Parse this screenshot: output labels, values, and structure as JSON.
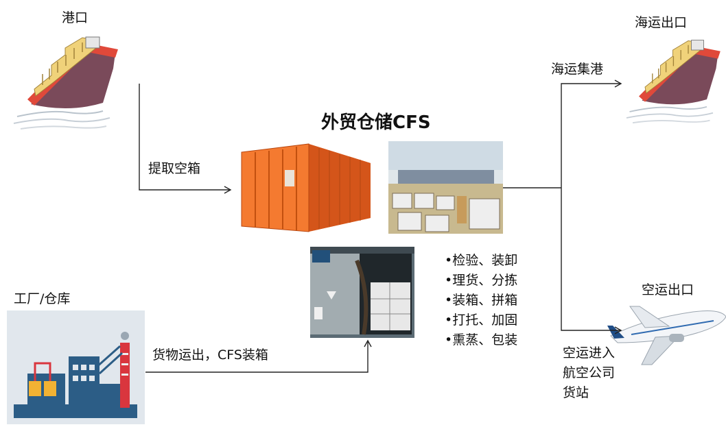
{
  "labels": {
    "port": "港口",
    "sea_export": "海运出口",
    "sea_consolidation": "海运集港",
    "title": "外贸仓储CFS",
    "pick_empty": "提取空箱",
    "air_export": "空运出口",
    "factory": "工厂/仓库",
    "cargo_out": "货物运出，CFS装箱",
    "air_station": [
      "空运进入",
      "航空公司",
      "货站"
    ]
  },
  "services": [
    "•检验、装卸",
    "•理货、分拣",
    "•装箱、拼箱",
    "•打托、加固",
    "•熏蒸、包装"
  ],
  "colors": {
    "ship_hull": "#7a4a5a",
    "ship_red": "#e0493a",
    "container_orange": "#f26a22",
    "arrow": "#222222",
    "factory_blue": "#2c5d86",
    "factory_yellow": "#f2b233",
    "factory_red": "#d9363e"
  },
  "icons": {
    "ship_left": "cargo-ship-icon",
    "ship_right": "cargo-ship-icon",
    "container": "shipping-container-icon",
    "yard": "container-yard-photo",
    "loading": "container-loading-photo",
    "factory": "factory-icon",
    "plane": "airplane-icon"
  }
}
